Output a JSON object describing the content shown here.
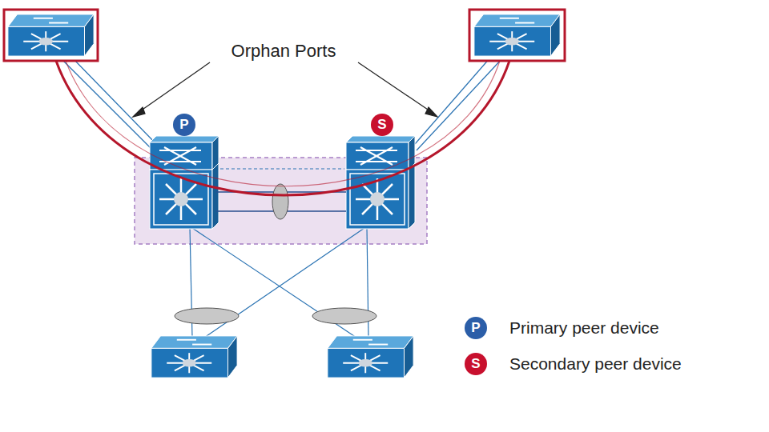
{
  "diagram": {
    "nodes": [
      {
        "text": [
          "P"
        ]
      },
      {
        "text": [
          "S"
        ]
      }
    ],
    "labels": [
      "Orphan Ports",
      "P",
      "S"
    ],
    "legend": [
      {
        "text": "Primary peer device"
      },
      {
        "text": "Secondary peer device"
      }
    ]
  }
}
